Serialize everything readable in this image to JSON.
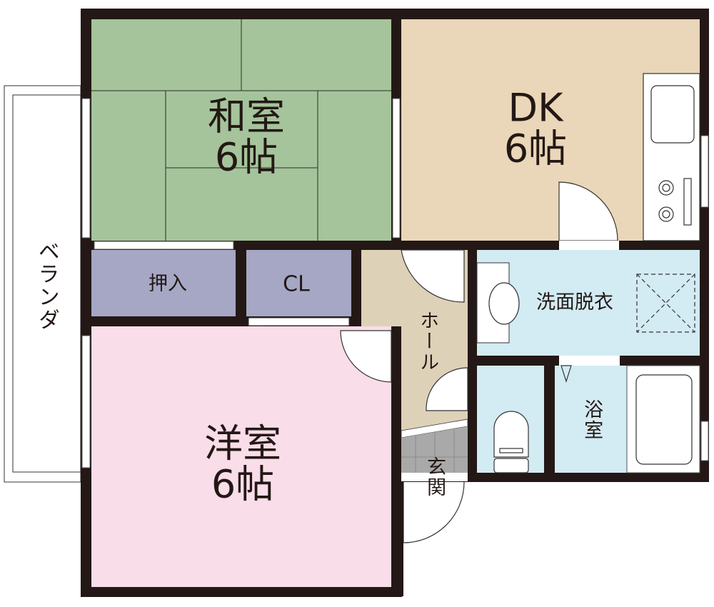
{
  "rooms": {
    "washitsu": {
      "name": "和室",
      "size": "6帖",
      "color": "#a5c49b"
    },
    "dk": {
      "name": "DK",
      "size": "6帖",
      "color": "#ead6b8"
    },
    "oshiire": {
      "name": "押入",
      "color": "#a6a7c4"
    },
    "closet": {
      "name": "CL",
      "color": "#a6a7c4"
    },
    "hall": {
      "name": "ホール",
      "color": "#ddd2b8"
    },
    "senmen": {
      "name": "洗面脱衣",
      "color": "#d3ebf3"
    },
    "yokushitsu": {
      "name": "浴室",
      "color": "#d3ebf3"
    },
    "toilet": {
      "color": "#d3ebf3"
    },
    "genkan": {
      "name": "玄関",
      "color": "#a9a9a9"
    },
    "yoshitsu": {
      "name": "洋室",
      "size": "6帖",
      "color": "#f9dde9"
    },
    "veranda": {
      "name": "ベランダ"
    }
  },
  "wall_color": "#231815"
}
